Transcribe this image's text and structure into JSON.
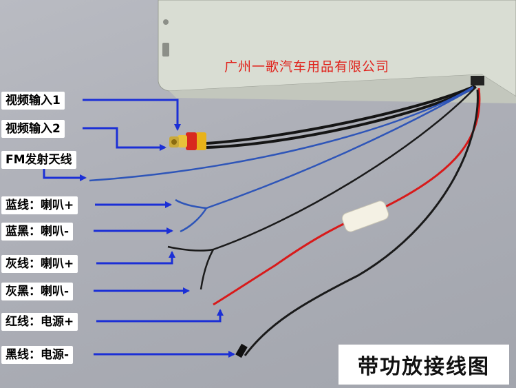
{
  "company": "广州一歌汽车用品有限公司",
  "title": "带功放接线图",
  "labels": [
    "视频输入1",
    "视频输入2",
    "FM发射天线",
    "蓝线：喇叭+",
    "蓝黑：喇叭-",
    "灰线：喇叭+",
    "灰黑：喇叭-",
    "红线：电源+",
    "黑线：电源-"
  ],
  "colors": {
    "arrow": "#1b2fd6",
    "company_text": "#e0231c",
    "red_wire": "#d81a1a",
    "blue_wire": "#2e55b8",
    "black_wire": "#1a1a1a"
  }
}
